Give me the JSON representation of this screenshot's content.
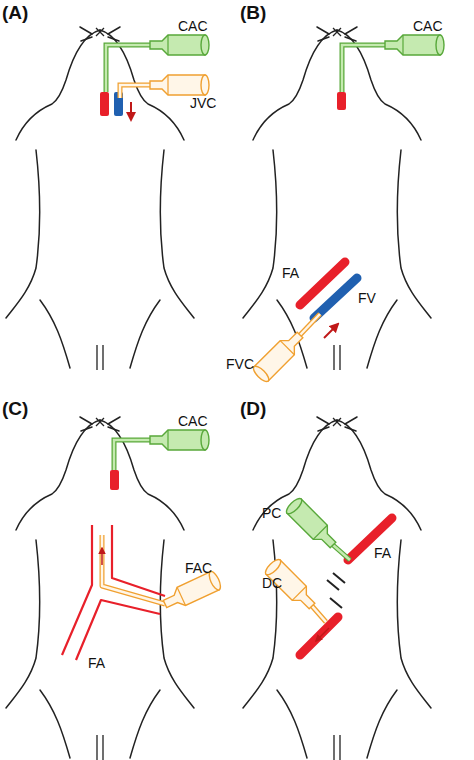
{
  "diagram": {
    "labels": [
      "(A)",
      "(B)",
      "CAC",
      "JVC",
      "CAC",
      "FA",
      "FV",
      "FVC",
      "(C)",
      "(D)",
      "CAC",
      "FAC",
      "FA",
      "PC",
      "FA",
      "DC"
    ]
  }
}
